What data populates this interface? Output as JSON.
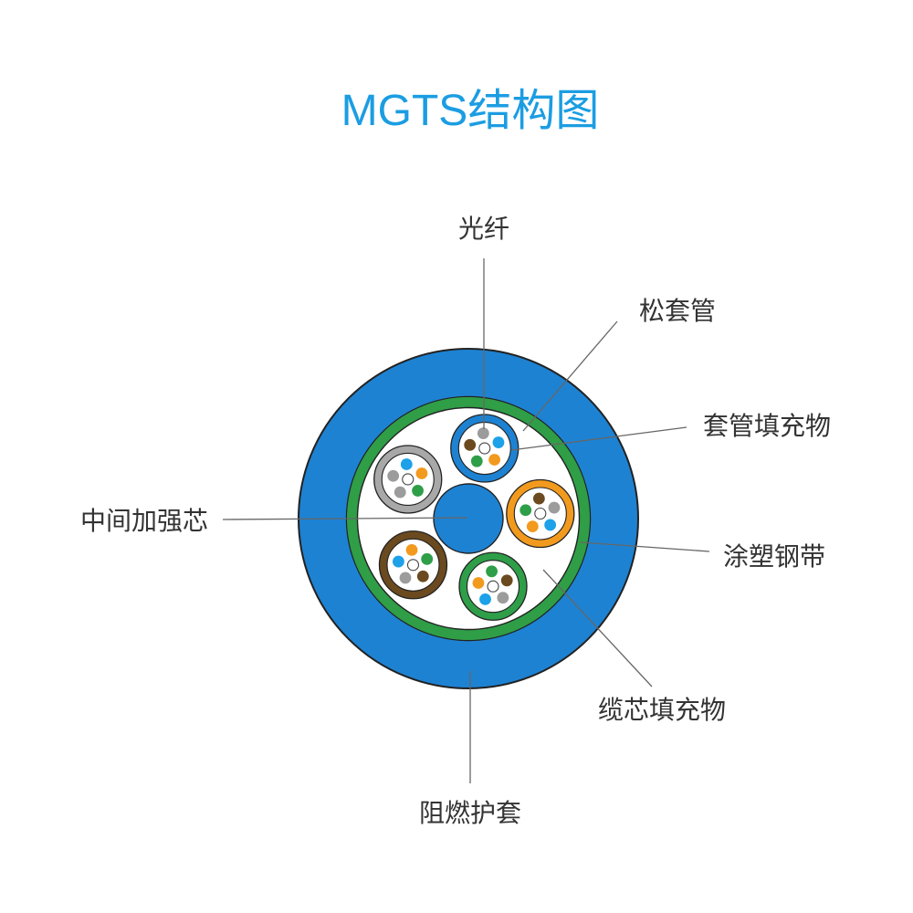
{
  "title": "MGTS结构图",
  "labels": {
    "fiber": "光纤",
    "loose_tube": "松套管",
    "tube_filler": "套管填充物",
    "strength_member": "中间加强芯",
    "steel_tape": "涂塑钢带",
    "core_filler": "缆芯填充物",
    "sheath": "阻燃护套"
  },
  "colors": {
    "title": "#1b9de2",
    "label_text": "#333333",
    "leader_line": "#666666",
    "outline": "#222222",
    "sheath": "#1e82d2",
    "steel_tape": "#2f9e46",
    "core_filler": "#ffffff",
    "tube_filler": "#ffffff",
    "strength_member": "#1e82d2",
    "center_fiber": "#ffffff"
  },
  "tubes": [
    {
      "ring_color": "#1e82d2",
      "fiber_colors": [
        "#9c9c9c",
        "#1da1e8",
        "#f29a1e",
        "#2e9e48",
        "#6b4a1f"
      ]
    },
    {
      "ring_color": "#f29a1e",
      "fiber_colors": [
        "#6b4a1f",
        "#9c9c9c",
        "#1da1e8",
        "#f29a1e",
        "#2e9e48"
      ]
    },
    {
      "ring_color": "#2e9e48",
      "fiber_colors": [
        "#2e9e48",
        "#6b4a1f",
        "#9c9c9c",
        "#1da1e8",
        "#f29a1e"
      ]
    },
    {
      "ring_color": "#6b4a1f",
      "fiber_colors": [
        "#f29a1e",
        "#2e9e48",
        "#6b4a1f",
        "#9c9c9c",
        "#1da1e8"
      ]
    },
    {
      "ring_color": "#a8a8a8",
      "fiber_colors": [
        "#1da1e8",
        "#f29a1e",
        "#2e9e48",
        "#9c9c9c",
        "#9c9c9c"
      ]
    }
  ]
}
